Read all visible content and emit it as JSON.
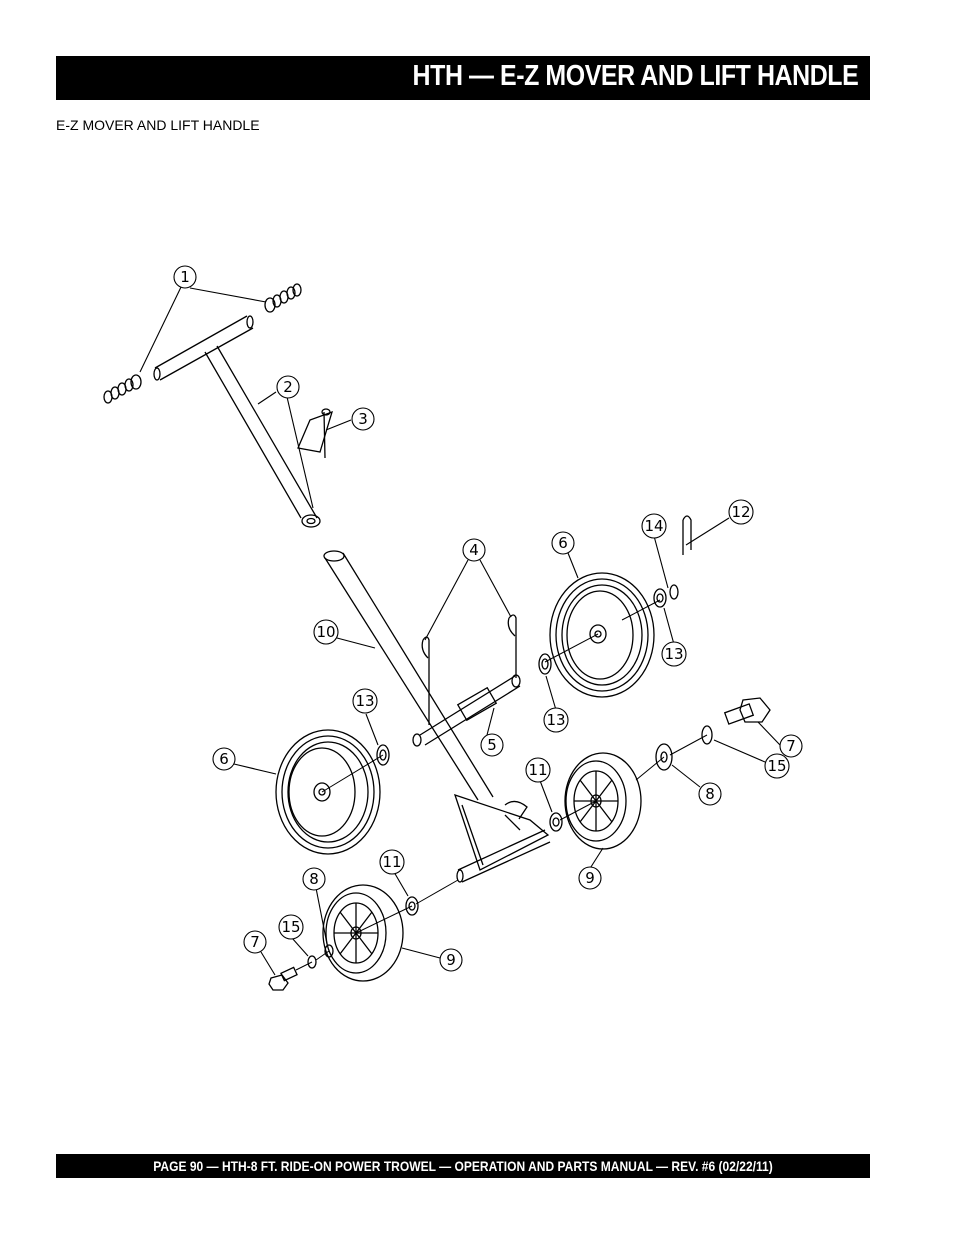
{
  "header": {
    "title": "HTH — E-Z MOVER AND LIFT HANDLE"
  },
  "section": {
    "subtitle": "E-Z MOVER AND LIFT HANDLE"
  },
  "callouts": [
    "1",
    "2",
    "3",
    "4",
    "5",
    "6",
    "6",
    "7",
    "7",
    "8",
    "8",
    "9",
    "9",
    "10",
    "11",
    "11",
    "12",
    "13",
    "13",
    "13",
    "14",
    "15",
    "15"
  ],
  "footer": {
    "text": "PAGE 90 — HTH-8 FT.  RIDE-ON POWER TROWEL — OPERATION AND PARTS MANUAL — REV. #6 (02/22/11)"
  }
}
